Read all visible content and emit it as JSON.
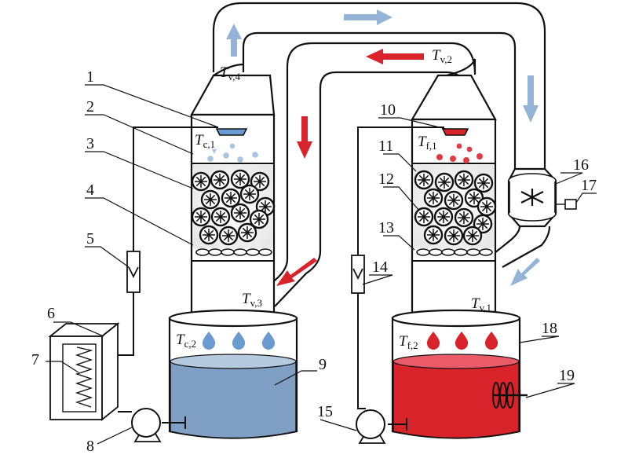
{
  "labels": [
    {
      "id": "1",
      "text": "1"
    },
    {
      "id": "2",
      "text": "2"
    },
    {
      "id": "3",
      "text": "3"
    },
    {
      "id": "4",
      "text": "4"
    },
    {
      "id": "5",
      "text": "5"
    },
    {
      "id": "6",
      "text": "6"
    },
    {
      "id": "7",
      "text": "7"
    },
    {
      "id": "8",
      "text": "8"
    },
    {
      "id": "9",
      "text": "9"
    },
    {
      "id": "10",
      "text": "10"
    },
    {
      "id": "11",
      "text": "11"
    },
    {
      "id": "12",
      "text": "12"
    },
    {
      "id": "13",
      "text": "13"
    },
    {
      "id": "14",
      "text": "14"
    },
    {
      "id": "15",
      "text": "15"
    },
    {
      "id": "16",
      "text": "16"
    },
    {
      "id": "17",
      "text": "17"
    },
    {
      "id": "18",
      "text": "18"
    },
    {
      "id": "19",
      "text": "19"
    }
  ],
  "temps": {
    "tv4": {
      "main": "T",
      "sub": "v,4"
    },
    "tv2": {
      "main": "T",
      "sub": "v,2"
    },
    "tv3": {
      "main": "T",
      "sub": "v,3"
    },
    "tv1": {
      "main": "T",
      "sub": "v,1"
    },
    "tc1": {
      "main": "T",
      "sub": "c,1"
    },
    "tc2": {
      "main": "T",
      "sub": "c,2"
    },
    "tf1": {
      "main": "T",
      "sub": "f,1"
    },
    "tf2": {
      "main": "T",
      "sub": "f,2"
    }
  },
  "colors": {
    "cold_arrow": "#93b4d6",
    "hot_arrow": "#d8232a",
    "cold_liquid": "#7f9fc5",
    "cold_surface": "#b5c9df",
    "hot_liquid": "#d8232a",
    "hot_surface": "#ea5a68",
    "cold_drop": "#6a9bd0",
    "hot_drop": "#d8232a"
  }
}
